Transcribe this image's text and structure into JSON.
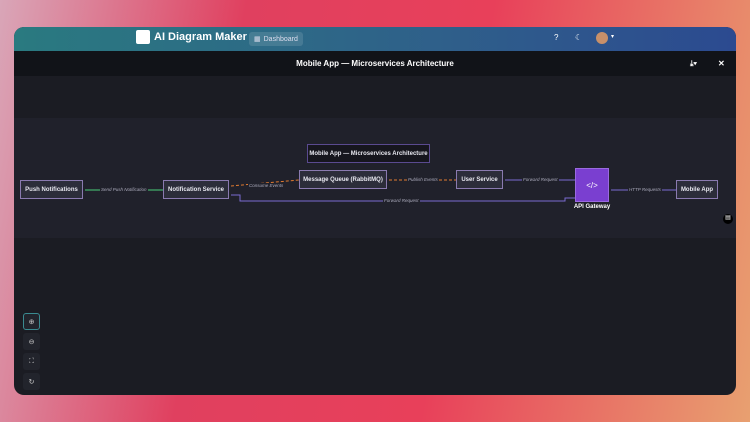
{
  "app": {
    "name": "AI Diagram Maker",
    "dashboard": "Dashboard"
  },
  "header": {
    "title": "Mobile App — Microservices Architecture"
  },
  "diagram": {
    "title": "Mobile App — Microservices Architecture",
    "nodes": {
      "push": "Push Notifications",
      "notif": "Notification Service",
      "mq": "Message Queue (RabbitMQ)",
      "user": "User Service",
      "gateway": "API Gateway",
      "mobile": "Mobile App"
    },
    "edges": {
      "send": "Send Push Notification",
      "consume": "Consume Events",
      "publish": "Publish Events",
      "fwd1": "Forward Request",
      "http": "HTTP Requests",
      "fwd2": "Forward Request"
    },
    "colors": {
      "node_border": "#8a7ab0",
      "edge": "#7a6ad0",
      "async": "#e07a30",
      "push": "#4ad07a",
      "gateway": "#7a3fd0"
    }
  }
}
